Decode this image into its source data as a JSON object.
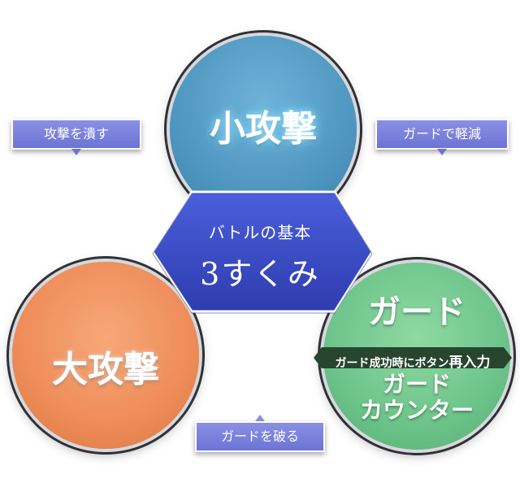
{
  "center": {
    "subtitle": "バトルの基本",
    "title": "3すくみ"
  },
  "nodes": {
    "small_attack": {
      "label": "小攻撃",
      "color": "#5aa2cc"
    },
    "large_attack": {
      "label": "大攻撃",
      "color": "#ee8c59"
    },
    "guard": {
      "label": "ガード",
      "color": "#6cc48a",
      "ribbon_prefix": "ガード成功時にボタン",
      "ribbon_emphasis": "再入力",
      "counter_line1": "ガード",
      "counter_line2": "カウンター"
    }
  },
  "relations": {
    "crush": "攻撃を潰す",
    "reduce": "ガードで軽減",
    "break": "ガードを破る"
  },
  "accent_colors": {
    "hexagon": "#3b4cc8",
    "tag": "#7a80dc"
  }
}
